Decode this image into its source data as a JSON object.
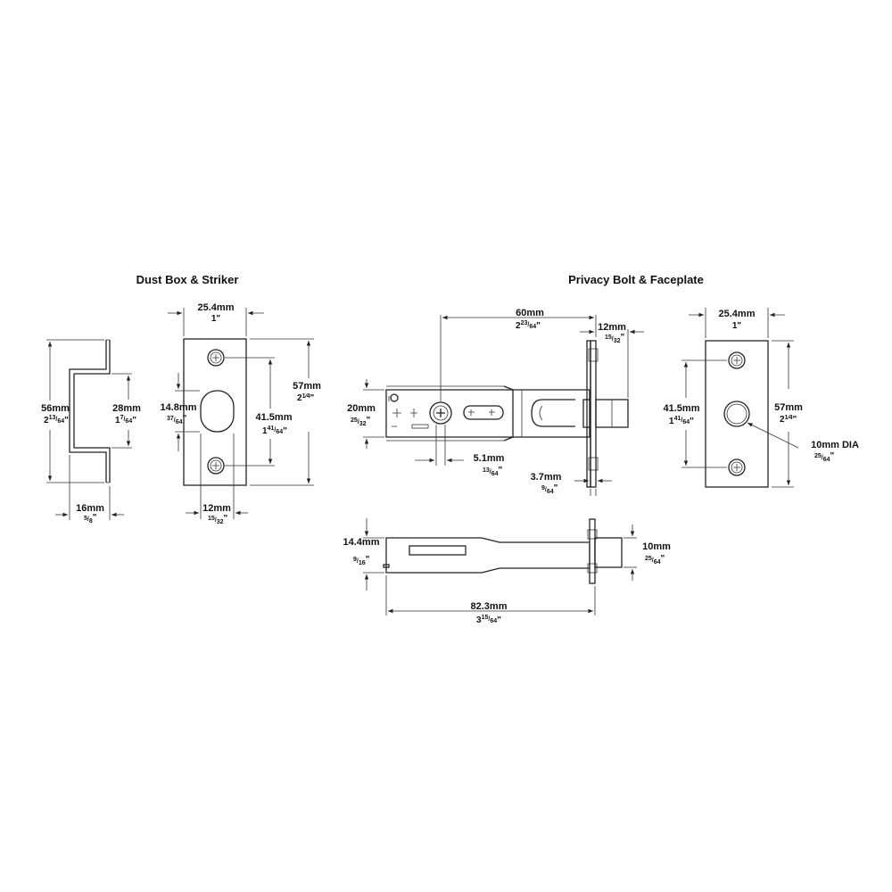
{
  "titles": {
    "dust_box": "Dust Box & Striker",
    "privacy": "Privacy Bolt & Faceplate"
  },
  "dims": {
    "db_height_mm": "56mm",
    "db_height_in": "2",
    "db_height_num": "13",
    "db_height_den": "64",
    "db_height_q": "\"",
    "db_width_mm": "16mm",
    "db_width_num": "5",
    "db_width_den": "8",
    "db_width_q": "\"",
    "db_inner_mm": "28mm",
    "db_inner_in": "1",
    "db_inner_num": "7",
    "db_inner_den": "64",
    "db_inner_q": "\"",
    "st_width_mm": "25.4mm",
    "st_width_in": "1\"",
    "st_opening_mm": "14.8mm",
    "st_opening_num": "37",
    "st_opening_den": "64",
    "st_opening_q": "\"",
    "st_holes_mm": "41.5mm",
    "st_holes_in": "1",
    "st_holes_num": "41",
    "st_holes_den": "64",
    "st_holes_q": "\"",
    "st_height_mm": "57mm",
    "st_height_in": "2",
    "st_height_frac": "1⁄4",
    "st_height_q": "\"",
    "st_open_w_mm": "12mm",
    "st_open_w_num": "15",
    "st_open_w_den": "32",
    "st_open_w_q": "\"",
    "pb_backset_mm": "60mm",
    "pb_backset_in": "2",
    "pb_backset_num": "23",
    "pb_backset_den": "64",
    "pb_backset_q": "\"",
    "pb_throw_mm": "12mm",
    "pb_throw_num": "15",
    "pb_throw_den": "32",
    "pb_throw_q": "\"",
    "pb_height_mm": "20mm",
    "pb_height_num": "25",
    "pb_height_den": "32",
    "pb_height_q": "\"",
    "pb_spindle_mm": "5.1mm",
    "pb_spindle_num": "13",
    "pb_spindle_den": "64",
    "pb_spindle_q": "\"",
    "pb_face_mm": "3.7mm",
    "pb_face_num": "9",
    "pb_face_den": "64",
    "pb_face_q": "\"",
    "fp_width_mm": "25.4mm",
    "fp_width_in": "1\"",
    "fp_holes_mm": "41.5mm",
    "fp_holes_in": "1",
    "fp_holes_num": "41",
    "fp_holes_den": "64",
    "fp_holes_q": "\"",
    "fp_height_mm": "57mm",
    "fp_height_in": "2",
    "fp_height_frac": "1⁄4",
    "fp_height_q": "\"",
    "fp_dia_mm": "10mm DIA",
    "fp_dia_num": "25",
    "fp_dia_den": "64",
    "fp_dia_q": "\"",
    "sv_height_mm": "14.4mm",
    "sv_height_num": "9",
    "sv_height_den": "16",
    "sv_height_q": "\"",
    "sv_bolt_mm": "10mm",
    "sv_bolt_num": "25",
    "sv_bolt_den": "64",
    "sv_bolt_q": "\"",
    "sv_length_mm": "82.3mm",
    "sv_length_in": "3",
    "sv_length_num": "15",
    "sv_length_den": "64",
    "sv_length_q": "\""
  }
}
